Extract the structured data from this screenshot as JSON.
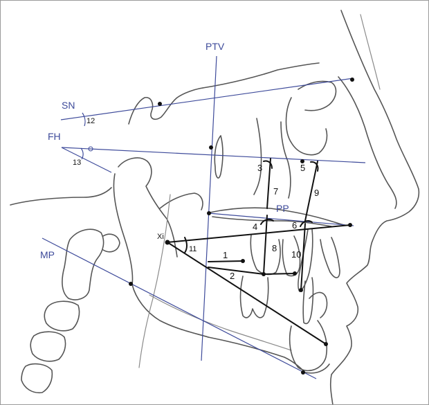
{
  "reference_lines": {
    "ptv": "PTV",
    "sn": "SN",
    "fh": "FH",
    "pp": "PP",
    "mp": "MP"
  },
  "landmarks": {
    "xi": "Xi"
  },
  "measurements": [
    "1",
    "2",
    "3",
    "4",
    "5",
    "6",
    "7",
    "8",
    "9",
    "10",
    "11",
    "12",
    "13"
  ],
  "colors": {
    "reference_line": "#3d4a9a",
    "measurement_line": "#111111",
    "sketch": "#555555"
  }
}
